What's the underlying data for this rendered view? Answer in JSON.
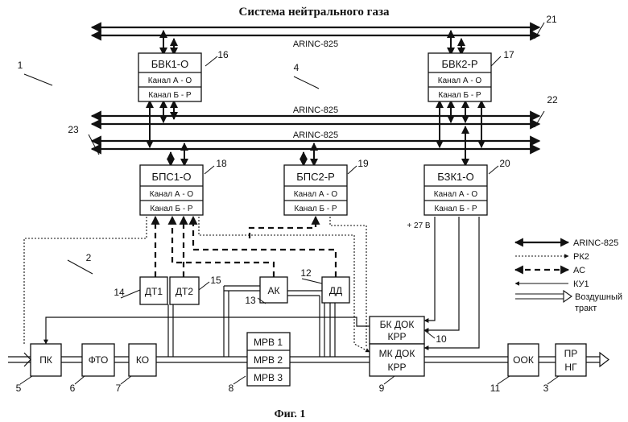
{
  "title": "Система нейтрального газа",
  "caption": "Фиг. 1",
  "bus_labels": {
    "top": "ARINC-825",
    "mid1": "ARINC-825",
    "mid2": "ARINC-825"
  },
  "blocks": {
    "bvk1": {
      "name": "БВК1-О",
      "ch_a": "Канал А - О",
      "ch_b": "Канал Б - Р",
      "ref": "16"
    },
    "bvk2": {
      "name": "БВК2-Р",
      "ch_a": "Канал А - О",
      "ch_b": "Канал Б - Р",
      "ref": "17"
    },
    "bps1": {
      "name": "БПС1-О",
      "ch_a": "Канал А - О",
      "ch_b": "Канал Б - Р",
      "ref": "18"
    },
    "bps2": {
      "name": "БПС2-Р",
      "ch_a": "Канал А - О",
      "ch_b": "Канал Б - Р",
      "ref": "19"
    },
    "bzk1": {
      "name": "БЗК1-О",
      "ch_a": "Канал А - О",
      "ch_b": "Канал Б - Р",
      "ref": "20"
    },
    "dt1": {
      "name": "ДТ1",
      "ref": "14"
    },
    "dt2": {
      "name": "ДТ2",
      "ref": "15"
    },
    "ak": {
      "name": "АК",
      "ref": "13"
    },
    "dd": {
      "name": "ДД",
      "ref": "12"
    },
    "pk": {
      "name": "ПК",
      "ref": "5"
    },
    "fto": {
      "name": "ФТО",
      "ref": "6"
    },
    "ko": {
      "name": "КО",
      "ref": "7"
    },
    "mrv": {
      "row1": "МРВ 1",
      "row2": "МРВ 2",
      "row3": "МРВ 3",
      "ref": "8"
    },
    "bk_dok": {
      "line1": "БК ДОК",
      "line2": "КРР",
      "ref": "10"
    },
    "mk_dok": {
      "line1": "МК ДОК",
      "line2": "КРР",
      "ref": "9"
    },
    "ook": {
      "name": "ООК",
      "ref": "11"
    },
    "prng": {
      "line1": "ПР",
      "line2": "НГ",
      "ref": "3"
    }
  },
  "refs": {
    "r1": "1",
    "r2": "2",
    "r4": "4",
    "r21": "21",
    "r22": "22",
    "r23": "23"
  },
  "voltage": "+ 27 В",
  "legend": {
    "arinc": "ARINC-825",
    "rk2": "РК2",
    "ac": "АС",
    "ku1": "КУ1",
    "air1": "Воздушный",
    "air2": "тракт"
  }
}
